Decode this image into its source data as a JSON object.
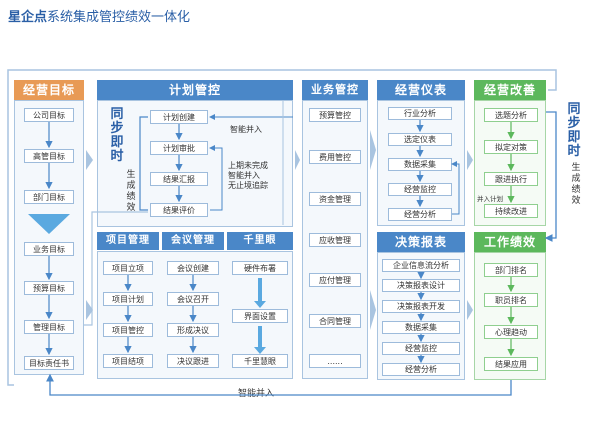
{
  "title": {
    "brand": "星企点",
    "rest": "系统集成管控绩效一体化"
  },
  "colors": {
    "orange": "#e89a55",
    "blue": "#4a87c8",
    "green": "#5cb85c",
    "border": "#a9c4e0",
    "arrow": "#4a87c8"
  },
  "biz_goal": {
    "header": "经营目标",
    "items": [
      "公司目标",
      "高管目标",
      "部门目标",
      "业务目标",
      "预算目标",
      "管理目标",
      "目标责任书"
    ]
  },
  "plan": {
    "header": "计划管控",
    "sync_big": "同步即时",
    "sync_small": "生成绩效",
    "items": [
      "计划创建",
      "计划审批",
      "结果汇报",
      "结果评价"
    ],
    "note1": "智能并入",
    "note2": "上期未完成\n智能并入\n无止境追踪"
  },
  "project": {
    "header": "项目管理",
    "items": [
      "项目立项",
      "项目计划",
      "项目管控",
      "项目结项"
    ]
  },
  "meeting": {
    "header": "会议管理",
    "items": [
      "会议创建",
      "会议召开",
      "形成决议",
      "决议跟进"
    ]
  },
  "qianli": {
    "header": "千里眼",
    "items": [
      "硬件布署",
      "界面设置",
      "千里慧眼"
    ]
  },
  "business": {
    "header": "业务管控",
    "items": [
      "预算管控",
      "费用管控",
      "资金管理",
      "应收管理",
      "应付管理",
      "合同管理",
      "......"
    ]
  },
  "dashboard": {
    "header": "经营仪表",
    "items": [
      "行业分析",
      "选定仪表",
      "数据采集",
      "经营监控",
      "经营分析"
    ]
  },
  "decision": {
    "header": "决策报表",
    "items": [
      "企业信息流分析",
      "决策报表设计",
      "决策报表开发",
      "数据采集",
      "经营监控",
      "经营分析"
    ]
  },
  "improve": {
    "header": "经营改善",
    "items": [
      "选题分析",
      "拟定对策",
      "跟进执行",
      "持续改进"
    ],
    "note": "并入计划"
  },
  "performance": {
    "header": "工作绩效",
    "items": [
      "部门排名",
      "职员排名",
      "心理趋动",
      "结果应用"
    ]
  },
  "right_sync": {
    "big": "同步即时",
    "small": "生成绩效"
  },
  "bottom_note": "智能并入"
}
